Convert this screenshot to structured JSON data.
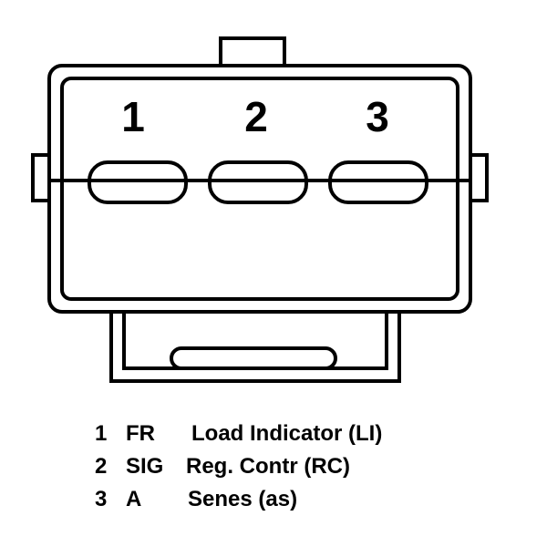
{
  "pins": [
    {
      "number": "1"
    },
    {
      "number": "2"
    },
    {
      "number": "3"
    }
  ],
  "legend": [
    {
      "num": "1",
      "code": "FR",
      "desc": "Load Indicator (LI)"
    },
    {
      "num": "2",
      "code": "SIG",
      "desc": "Reg. Contr (RC)"
    },
    {
      "num": "3",
      "code": "A",
      "desc": "Senes (as)"
    }
  ],
  "colors": {
    "stroke": "#000000",
    "background": "#ffffff"
  }
}
